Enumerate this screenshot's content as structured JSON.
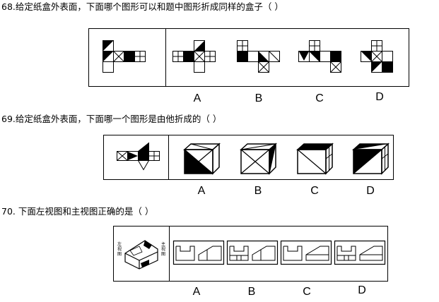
{
  "questions": [
    {
      "text": "68.给定纸盒外表面，下面哪个图形可以和题中图形折成同样的盒子（     ）",
      "options": [
        "A",
        "B",
        "C",
        "D"
      ]
    },
    {
      "text": "69.给定纸盒外表面，下面哪一个图形是由他折成的（     ）",
      "options": [
        "A",
        "B",
        "C",
        "D"
      ]
    },
    {
      "text": "70.  下面左视图和主视图正确的是（     ）",
      "side_label_left": "左视图",
      "side_label_right": "主视图",
      "options": [
        "A",
        "B",
        "C",
        "D"
      ]
    }
  ]
}
